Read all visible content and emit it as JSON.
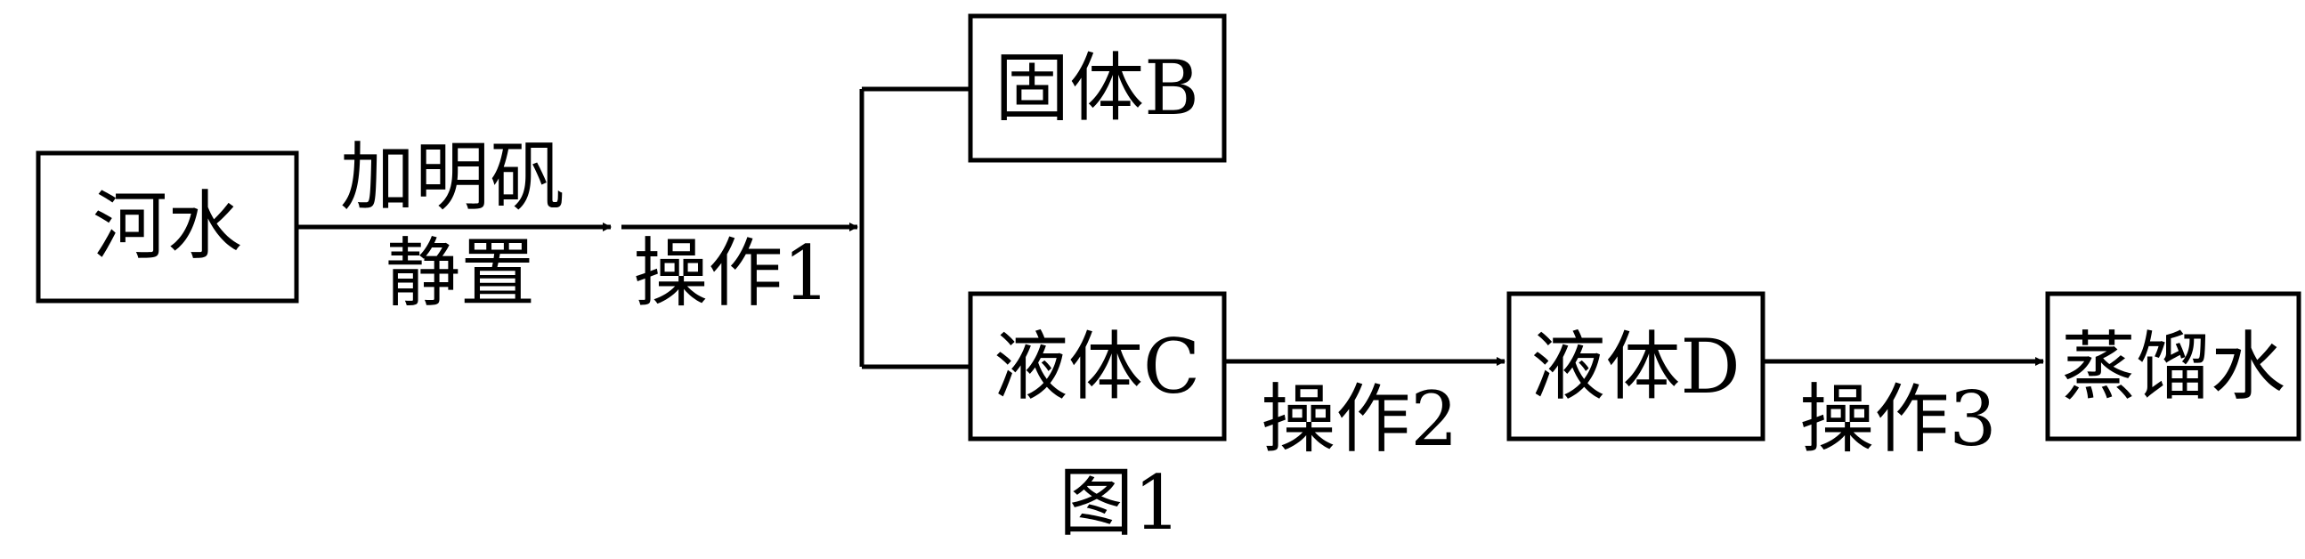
{
  "nodes": {
    "river_water": "河水",
    "solid_b": "固体B",
    "liquid_c": "液体C",
    "liquid_d": "液体D",
    "distilled_water": "蒸馏水"
  },
  "edges": {
    "step0_top": "加明矾",
    "step0_bottom": "静置",
    "op1": "操作1",
    "op2": "操作2",
    "op3": "操作3"
  },
  "caption": "图1"
}
